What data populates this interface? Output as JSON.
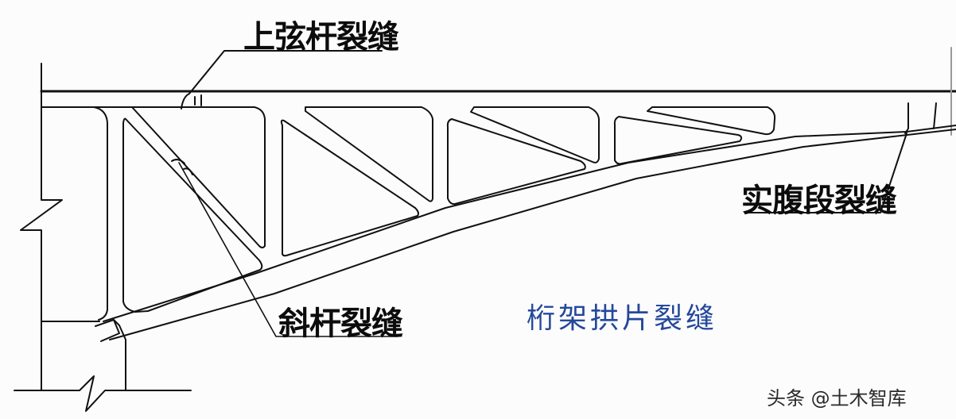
{
  "diagram": {
    "title": "桁架拱片裂缝",
    "title_color": "#24489a",
    "line_color": "#111111",
    "background": "#fcfcfd",
    "callouts": [
      {
        "id": "top-chord-crack",
        "label": "上弦杆裂缝"
      },
      {
        "id": "solid-web-crack",
        "label": "实腹段裂缝"
      },
      {
        "id": "diagonal-crack",
        "label": "斜杆裂缝"
      }
    ]
  },
  "watermark": "头条 @土木智库"
}
